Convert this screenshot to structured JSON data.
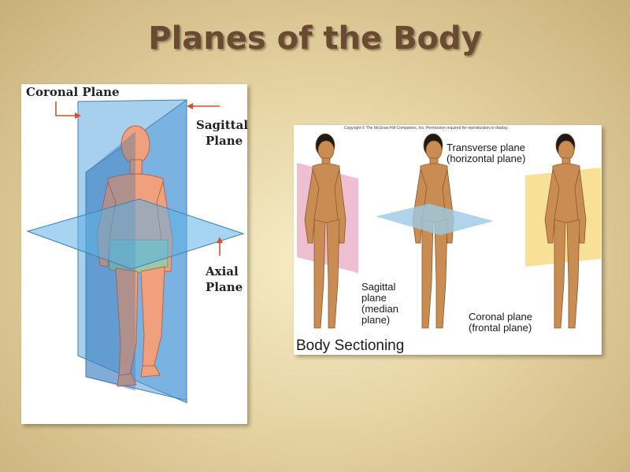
{
  "slide": {
    "title": "Planes of the Body"
  },
  "left_figure": {
    "labels": {
      "coronal": "Coronal Plane",
      "sagittal_line1": "Sagittal",
      "sagittal_line2": "Plane",
      "axial_line1": "Axial",
      "axial_line2": "Plane"
    },
    "colors": {
      "plane_blue": "#5fa8e0",
      "skin": "#f0a07c",
      "shorts": "#9cc8a6",
      "arrow": "#d0512d"
    }
  },
  "right_figure": {
    "copyright": "Copyright © The McGraw-Hill Companies, Inc. Permission required for reproduction or display.",
    "labels": {
      "transverse_line1": "Transverse plane",
      "transverse_line2": "(horizontal plane)",
      "sagittal_line1": "Sagittal",
      "sagittal_line2": "plane",
      "sagittal_line3": "(median",
      "sagittal_line4": "plane)",
      "coronal_line1": "Coronal plane",
      "coronal_line2": "(frontal plane)",
      "caption": "Body Sectioning"
    },
    "colors": {
      "sagittal_plane": "#e7a4bd",
      "transverse_plane": "#9ccbe6",
      "coronal_plane": "#f6d774",
      "skin": "#c98c52"
    }
  }
}
